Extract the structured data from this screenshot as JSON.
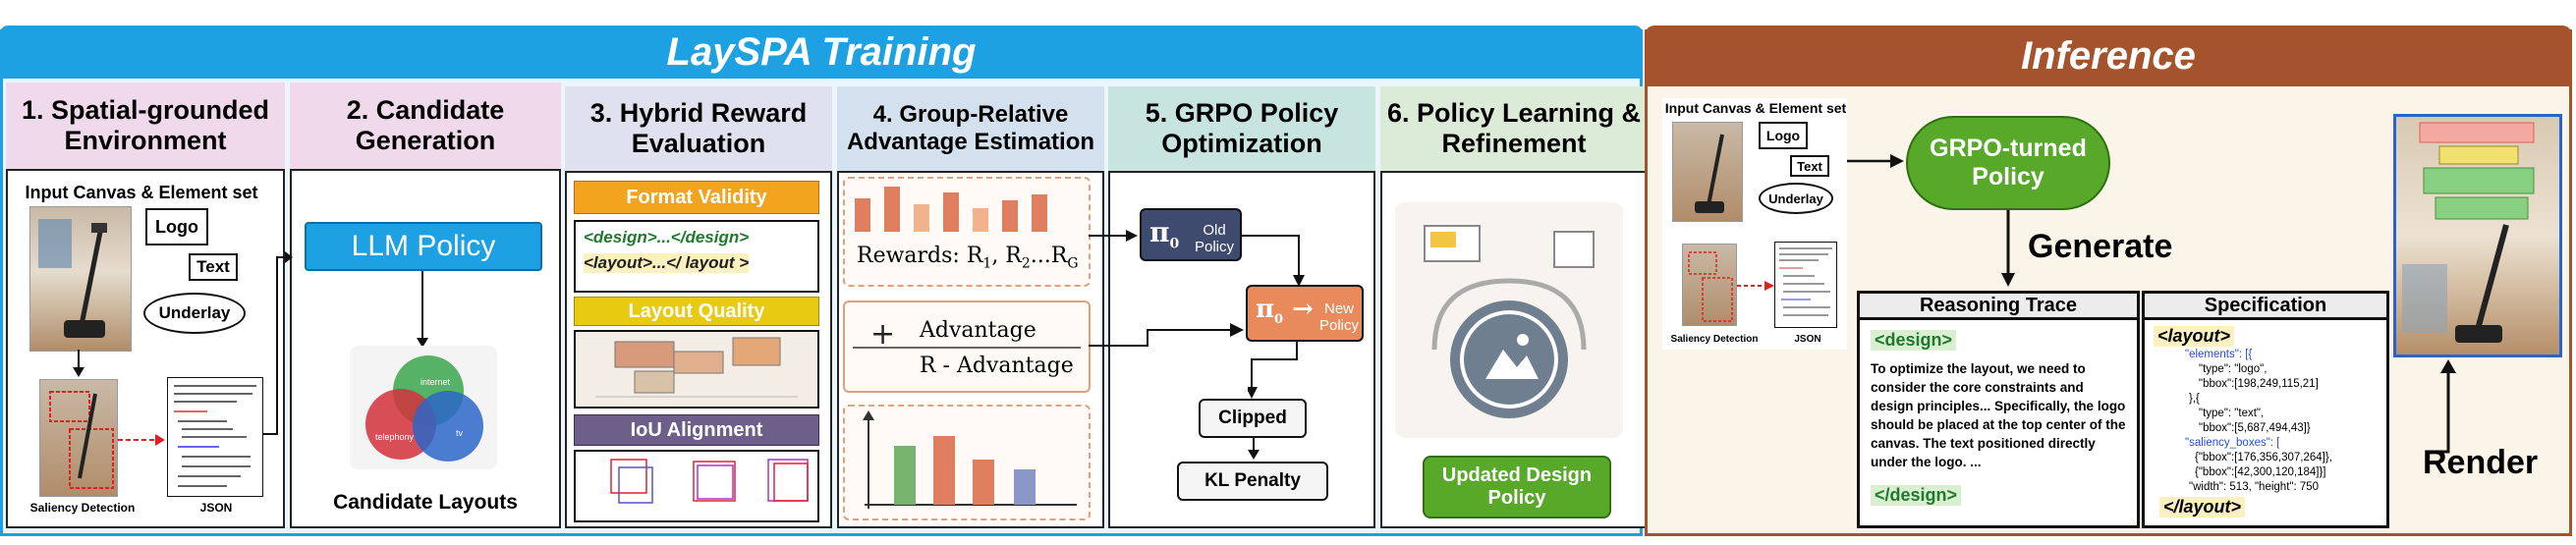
{
  "training": {
    "banner_title": "LaySPA Training",
    "colors": {
      "banner": "#1ea1e3",
      "panel_border": "#1ea1e3"
    },
    "stages": [
      {
        "title": "1. Spatial-grounded Environment",
        "color": "#efd9ea"
      },
      {
        "title": "2. Candidate Generation",
        "color": "#efd9ea"
      },
      {
        "title": "3. Hybrid Reward Evaluation",
        "color": "#dfe1ef"
      },
      {
        "title": "4. Group-Relative Advantage Estimation",
        "color": "#d3e1ee"
      },
      {
        "title": "5. GRPO Policy Optimization",
        "color": "#c8e4df"
      },
      {
        "title": "6. Policy Learning & Refinement",
        "color": "#dcebd8"
      }
    ],
    "stage1": {
      "input_label": "Input Canvas & Element set",
      "elements": [
        "Logo",
        "Text",
        "Underlay"
      ],
      "saliency_label": "Saliency Detection",
      "json_label": "JSON"
    },
    "stage2": {
      "llm_policy": "LLM Policy",
      "venn": [
        "internet",
        "telephony",
        "tv"
      ],
      "caption": "Candidate Layouts"
    },
    "stage3": {
      "format_validity": "Format Validity",
      "design_tag": "<design>...</design>",
      "layout_tag": "<layout>...</ layout >",
      "layout_quality": "Layout Quality",
      "iou_alignment": "IoU Alignment"
    },
    "stage4": {
      "rewards": "Rewards: R",
      "rewards_subs": [
        "1",
        "2",
        "G"
      ],
      "advantage": "Advantage",
      "r_minus_advantage": "R - Advantage"
    },
    "stage5": {
      "old_policy": "Old Policy",
      "new_policy": "New Policy",
      "pi_symbol": "π",
      "pi_sub": "0",
      "clipped": "Clipped",
      "kl_penalty": "KL Penalty"
    },
    "stage6": {
      "updated_policy": "Updated Design Policy"
    }
  },
  "inference": {
    "banner_title": "Inference",
    "colors": {
      "banner": "#a5532c",
      "panel_bg": "#fbf5e9"
    },
    "input_label": "Input Canvas & Element set",
    "elements": [
      "Logo",
      "Text",
      "Underlay"
    ],
    "saliency_label": "Saliency Detection",
    "json_label": "JSON",
    "grpo_policy": "GRPO-turned Policy",
    "generate": "Generate",
    "render": "Render",
    "reasoning_title": "Reasoning Trace",
    "design_open": "<design>",
    "design_close": "</design>",
    "reasoning_text": "To optimize the layout, we need to consider the core constraints and design principles... Specifically, the logo should be placed at the top center of the canvas. The text positioned directly under the logo. ...",
    "spec_title": "Specification",
    "layout_open": "<layout>",
    "layout_close": "</layout>",
    "spec_lines": [
      "\"elements\": [{",
      "\"type\": \"logo\",",
      "\"bbox\":[198,249,115,21]",
      "},{",
      "\"type\": \"text\",",
      "\"bbox\":[5,687,494,43]}",
      "\"saliency_boxes\": [",
      "{\"bbox\":[176,356,307,264]},",
      "{\"bbox\":[42,300,120,184]}]",
      "\"width\": 513, \"height\": 750"
    ]
  }
}
